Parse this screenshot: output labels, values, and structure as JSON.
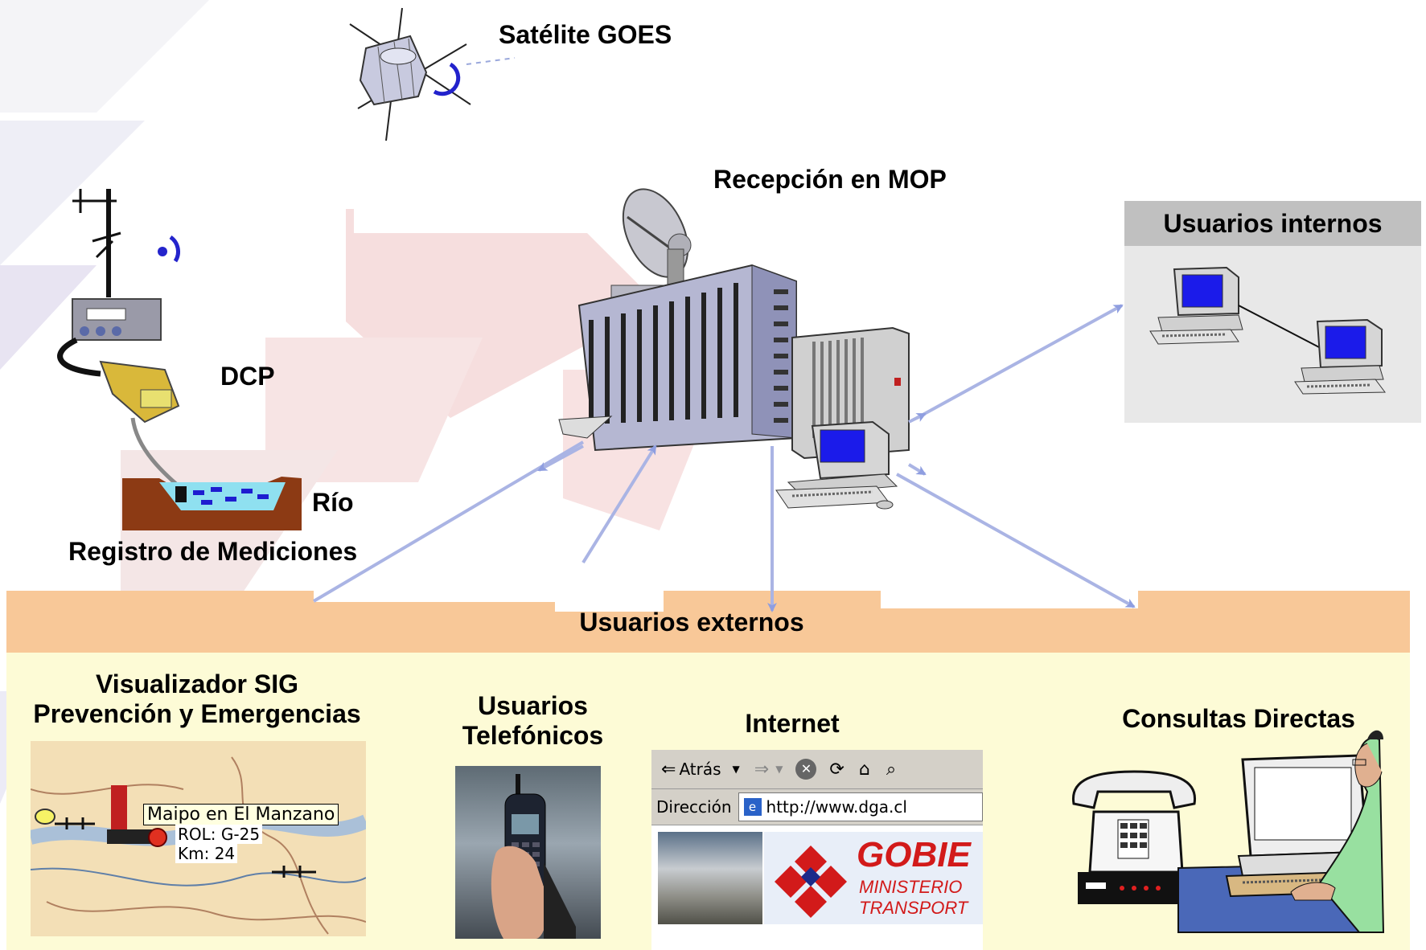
{
  "labels": {
    "satellite": "Satélite GOES",
    "reception": "Recepción en MOP",
    "internal_users": "Usuarios internos",
    "dcp": "DCP",
    "river": "Río",
    "measurements": "Registro de Mediciones",
    "external_users": "Usuarios externos",
    "sig_line1": "Visualizador SIG",
    "sig_line2": "Prevención y Emergencias",
    "phone_line1": "Usuarios",
    "phone_line2": "Telefónicos",
    "internet": "Internet",
    "direct": "Consultas Directas"
  },
  "map": {
    "tooltip": "Maipo en El Manzano",
    "rol": "ROL: G-25",
    "km": "Km: 24"
  },
  "browser": {
    "back": "Atrás",
    "address_label": "Dirección",
    "url": "http://www.dga.cl",
    "banner_title": "GOBIE",
    "banner_sub1": "MINISTERIO",
    "banner_sub2": "TRANSPORT"
  },
  "colors": {
    "arrow": "#aab4e4",
    "external_band": "#f8c898",
    "external_body": "#fdfbd6",
    "internal_header": "#c0c0c0",
    "internal_body": "#e8e8e8",
    "screen": "#1b1bea"
  }
}
